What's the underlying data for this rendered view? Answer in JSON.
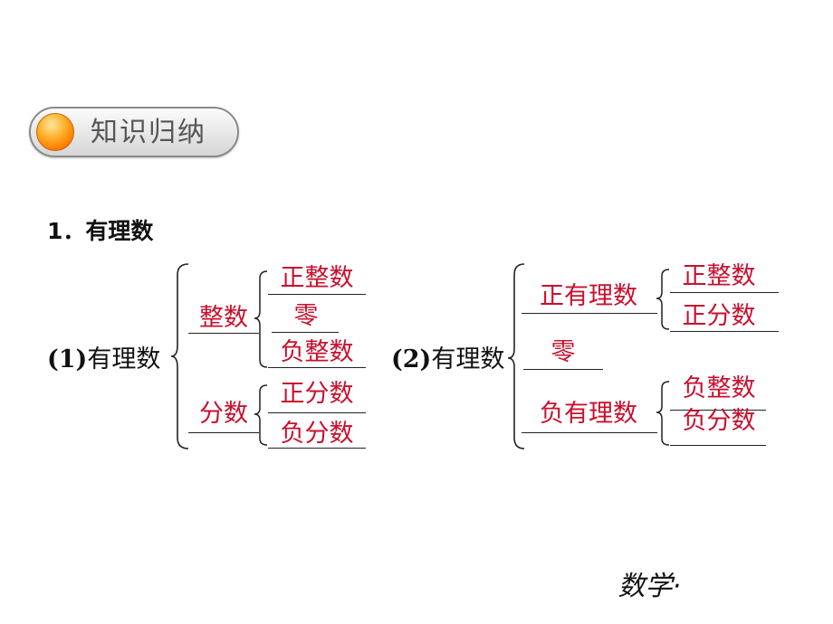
{
  "section": {
    "title": "知识归纳"
  },
  "heading": "1．有理数",
  "tree1": {
    "prefix": "(1)",
    "root": "有理数",
    "integer": "整数",
    "pos_int": "正整数",
    "zero": "零",
    "neg_int": "负整数",
    "fraction": "分数",
    "pos_frac": "正分数",
    "neg_frac": "负分数"
  },
  "tree2": {
    "prefix": "(2)",
    "root": "有理数",
    "pos_rational": "正有理数",
    "pos_int": "正整数",
    "pos_frac": "正分数",
    "zero": "零",
    "neg_rational": "负有理数",
    "neg_int": "负整数",
    "neg_frac": "负分数"
  },
  "footer": "数学·",
  "colors": {
    "answer": "#c8102e",
    "accent": "#ff8a00"
  }
}
